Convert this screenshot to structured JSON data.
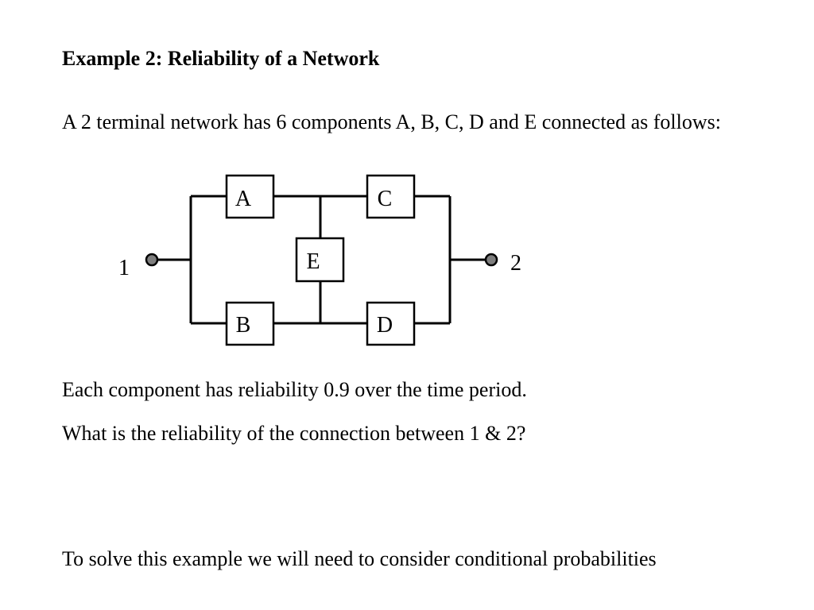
{
  "heading": "Example 2: Reliability of a Network",
  "intro": "A 2 terminal network has 6 components A, B, C, D and E connected as follows:",
  "diagram": {
    "components": [
      "A",
      "B",
      "C",
      "D",
      "E"
    ],
    "terminals": [
      "1",
      "2"
    ]
  },
  "statements": [
    "Each component has reliability 0.9 over the time period.",
    "What is the reliability of the connection between 1 & 2?",
    "To solve this example we will need to consider conditional probabilities"
  ]
}
